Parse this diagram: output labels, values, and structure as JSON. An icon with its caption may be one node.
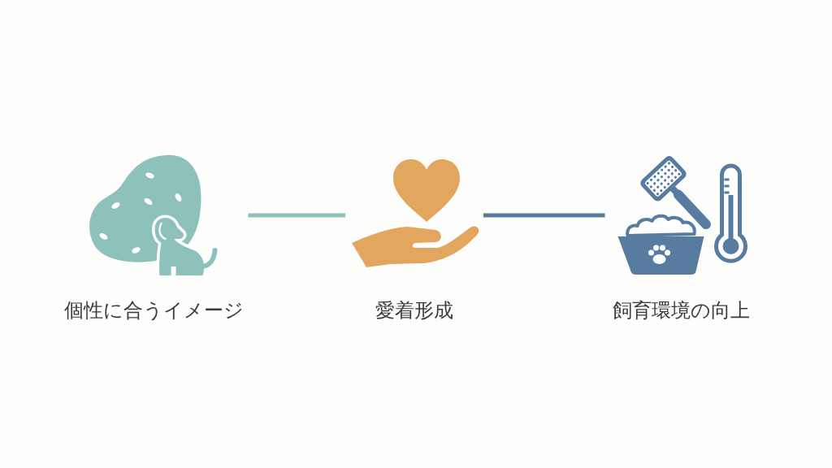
{
  "diagram": {
    "nodes": [
      {
        "text": [
          "個性に合うイメージ"
        ]
      },
      {
        "text": [
          "愛着形成"
        ]
      },
      {
        "text": [
          "飼育環境の向上"
        ]
      }
    ],
    "edges": [
      {
        "from": 0,
        "to": 1,
        "arrow": "none",
        "color": "#8fc1bb"
      },
      {
        "from": 1,
        "to": 2,
        "arrow": "none",
        "color": "#587ba0"
      }
    ]
  }
}
